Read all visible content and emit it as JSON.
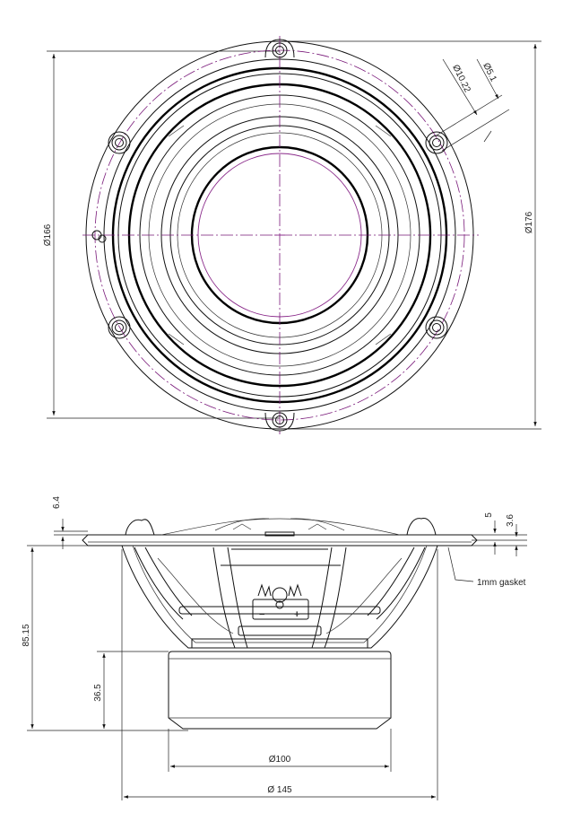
{
  "front_view": {
    "dim_overall_label": "Ø176",
    "dim_bolt_circle_label": "Ø166",
    "dim_slot_outer_label": "Ø10.22",
    "dim_slot_inner_label": "Ø5.1"
  },
  "side_view": {
    "dim_flange_top_label": "6.4",
    "dim_flange_label": "5",
    "dim_flange_thickness_label": "3.6",
    "dim_total_depth_label": "85.15",
    "dim_magnet_height_label": "36.5",
    "dim_magnet_diameter_label": "Ø100",
    "dim_basket_diameter_label": "Ø 145",
    "gasket_note": "1mm gasket",
    "terminal_minus": "−",
    "terminal_plus": "+"
  }
}
